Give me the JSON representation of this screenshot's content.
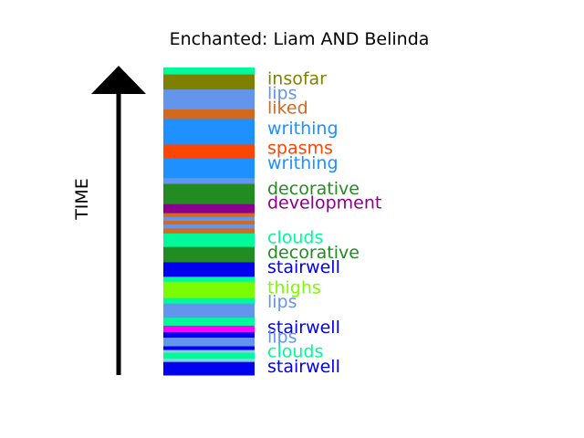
{
  "chart_data": {
    "type": "bar",
    "title": "Enchanted: Liam AND Belinda",
    "ylabel": "TIME",
    "ylim": [
      0,
      1
    ],
    "segments": [
      {
        "start": 0.0,
        "end": 0.044,
        "color": "#0000ee"
      },
      {
        "start": 0.044,
        "end": 0.055,
        "color": "#87ceeb"
      },
      {
        "start": 0.055,
        "end": 0.074,
        "color": "#00fa9a"
      },
      {
        "start": 0.074,
        "end": 0.083,
        "color": "#87ceeb"
      },
      {
        "start": 0.083,
        "end": 0.095,
        "color": "#0000ee"
      },
      {
        "start": 0.095,
        "end": 0.123,
        "color": "#6495ed"
      },
      {
        "start": 0.123,
        "end": 0.14,
        "color": "#0000ee"
      },
      {
        "start": 0.14,
        "end": 0.162,
        "color": "#ff00ff"
      },
      {
        "start": 0.162,
        "end": 0.188,
        "color": "#00fa9a"
      },
      {
        "start": 0.188,
        "end": 0.234,
        "color": "#6495ed"
      },
      {
        "start": 0.234,
        "end": 0.252,
        "color": "#00fa9a"
      },
      {
        "start": 0.252,
        "end": 0.305,
        "color": "#7cfc00"
      },
      {
        "start": 0.305,
        "end": 0.321,
        "color": "#00fa9a"
      },
      {
        "start": 0.321,
        "end": 0.368,
        "color": "#0000ee"
      },
      {
        "start": 0.368,
        "end": 0.418,
        "color": "#228b22"
      },
      {
        "start": 0.418,
        "end": 0.462,
        "color": "#00fa9a"
      },
      {
        "start": 0.462,
        "end": 0.478,
        "color": "#d2691e"
      },
      {
        "start": 0.478,
        "end": 0.491,
        "color": "#6495ed"
      },
      {
        "start": 0.491,
        "end": 0.503,
        "color": "#d2691e"
      },
      {
        "start": 0.503,
        "end": 0.516,
        "color": "#6495ed"
      },
      {
        "start": 0.516,
        "end": 0.528,
        "color": "#d2691e"
      },
      {
        "start": 0.528,
        "end": 0.557,
        "color": "#8b008b"
      },
      {
        "start": 0.557,
        "end": 0.623,
        "color": "#228b22"
      },
      {
        "start": 0.623,
        "end": 0.642,
        "color": "#6495ed"
      },
      {
        "start": 0.642,
        "end": 0.705,
        "color": "#1e90ff"
      },
      {
        "start": 0.705,
        "end": 0.751,
        "color": "#ff4500"
      },
      {
        "start": 0.751,
        "end": 0.834,
        "color": "#1e90ff"
      },
      {
        "start": 0.834,
        "end": 0.865,
        "color": "#d2691e"
      },
      {
        "start": 0.865,
        "end": 0.93,
        "color": "#6495ed"
      },
      {
        "start": 0.93,
        "end": 0.979,
        "color": "#808000"
      },
      {
        "start": 0.979,
        "end": 1.0,
        "color": "#00fa9a"
      }
    ],
    "words": [
      {
        "text": "insofar",
        "at": 0.963,
        "color": "#808000"
      },
      {
        "text": "lips",
        "at": 0.915,
        "color": "#6495ed"
      },
      {
        "text": "liked",
        "at": 0.868,
        "color": "#d2691e"
      },
      {
        "text": "writhing",
        "at": 0.801,
        "color": "#1e90ff"
      },
      {
        "text": "spasms",
        "at": 0.738,
        "color": "#ff4500"
      },
      {
        "text": "writhing",
        "at": 0.688,
        "color": "#1e90ff"
      },
      {
        "text": "decorative",
        "at": 0.605,
        "color": "#228b22"
      },
      {
        "text": "development",
        "at": 0.56,
        "color": "#8b008b"
      },
      {
        "text": "clouds",
        "at": 0.447,
        "color": "#00fa9a"
      },
      {
        "text": "decorative",
        "at": 0.397,
        "color": "#228b22"
      },
      {
        "text": "stairwell",
        "at": 0.35,
        "color": "#0000ee"
      },
      {
        "text": "thighs",
        "at": 0.283,
        "color": "#7cfc00"
      },
      {
        "text": "lips",
        "at": 0.238,
        "color": "#6495ed"
      },
      {
        "text": "stairwell",
        "at": 0.155,
        "color": "#0000ee"
      },
      {
        "text": "lips",
        "at": 0.123,
        "color": "#6495ed"
      },
      {
        "text": "clouds",
        "at": 0.075,
        "color": "#00fa9a"
      },
      {
        "text": "stairwell",
        "at": 0.027,
        "color": "#0000ee"
      }
    ],
    "arrow_color": "#000000"
  }
}
